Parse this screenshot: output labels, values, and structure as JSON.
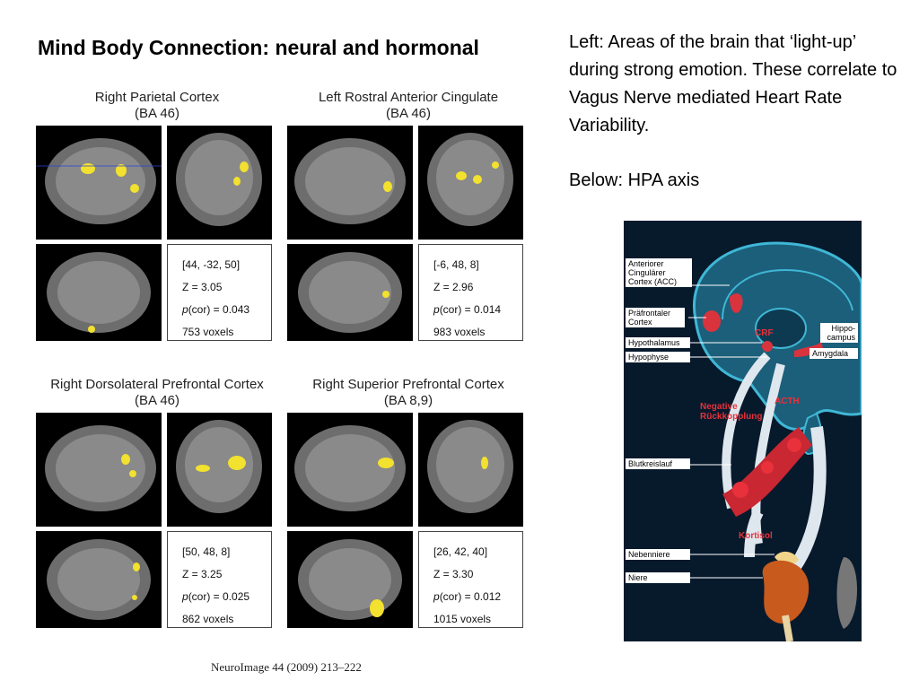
{
  "slide": {
    "title": "Mind Body Connection: neural and hormonal",
    "description": {
      "line1": "Left:  Areas of the brain that ‘light-up’ during strong emotion. These correlate to Vagus Nerve mediated Heart Rate Variability.",
      "line2": "Below: HPA axis"
    },
    "citation": "NeuroImage 44 (2009) 213–222"
  },
  "panels": [
    {
      "title": "Right Parietal Cortex",
      "subtitle": "(BA 46)",
      "coords": "[44, -32, 50]",
      "z": "Z = 3.05",
      "pcor_prefix": "p",
      "pcor": "(cor) = 0.043",
      "voxels": "753 voxels"
    },
    {
      "title": "Left Rostral Anterior Cingulate",
      "subtitle": "(BA 46)",
      "coords": "[-6, 48, 8]",
      "z": "Z = 2.96",
      "pcor_prefix": "p",
      "pcor": "(cor) = 0.014",
      "voxels": "983 voxels"
    },
    {
      "title": "Right Dorsolateral Prefrontal Cortex",
      "subtitle": "(BA 46)",
      "coords": "[50, 48, 8]",
      "z": "Z = 3.25",
      "pcor_prefix": "p",
      "pcor": "(cor) = 0.025",
      "voxels": "862 voxels"
    },
    {
      "title": "Right Superior Prefrontal Cortex",
      "subtitle": "(BA 8,9)",
      "coords": "[26, 42, 40]",
      "z": "Z = 3.30",
      "pcor_prefix": "p",
      "pcor": "(cor) = 0.012",
      "voxels": "1015 voxels"
    }
  ],
  "hpa": {
    "labels": {
      "acc": "Anteriorer\nCingulärer\nCortex (ACC)",
      "pfc": "Präfrontaler\nCortex",
      "hypothalamus": "Hypothalamus",
      "hypophyse": "Hypophyse",
      "hippocampus": "Hippo-\ncampus",
      "amygdala": "Amygdala",
      "blutkreislauf": "Blutkreislauf",
      "nebenniere": "Nebenniere",
      "niere": "Niere",
      "crf": "CRF",
      "acth": "ACTH",
      "feedback": "Negative\nRückkopplung",
      "kortisol": "Kortisol"
    },
    "colors": {
      "background": "#071a2c",
      "hormone_red": "#e8313a",
      "brain_outline": "#3fb7d6"
    }
  }
}
